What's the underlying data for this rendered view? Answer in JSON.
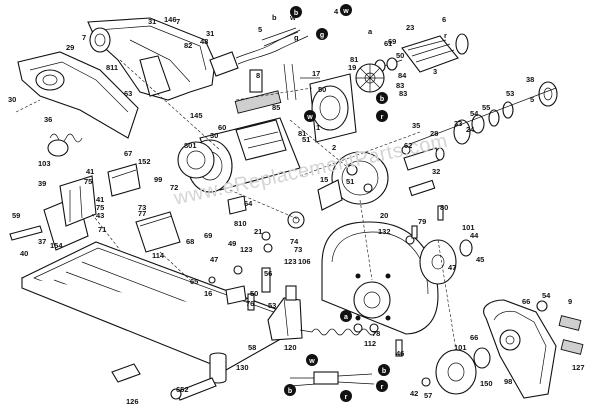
{
  "watermark": "www.eReplacementParts.com",
  "wire_tags": [
    "b",
    "w",
    "g",
    "b",
    "r",
    "w",
    "b",
    "r",
    "a",
    "w",
    "b",
    "r"
  ],
  "labels": [
    "31",
    "146",
    "7",
    "29",
    "82",
    "48",
    "31",
    "5",
    "b",
    "w",
    "g",
    "23",
    "61",
    "69",
    "50",
    "3",
    "811",
    "63",
    "30",
    "8",
    "17",
    "19",
    "84",
    "83",
    "83",
    "85",
    "1",
    "38",
    "53",
    "5",
    "55",
    "54",
    "145",
    "30",
    "801",
    "60",
    "2",
    "81",
    "51",
    "28",
    "62",
    "35",
    "33",
    "24",
    "36",
    "103",
    "67",
    "152",
    "41",
    "75",
    "72",
    "99",
    "64",
    "32",
    "15",
    "51",
    "20",
    "39",
    "41",
    "75",
    "43",
    "73",
    "77",
    "71",
    "59",
    "37",
    "40",
    "154",
    "114",
    "68",
    "69",
    "810",
    "21",
    "74",
    "73",
    "49",
    "123",
    "47",
    "123",
    "106",
    "132",
    "79",
    "80",
    "101",
    "44",
    "45",
    "47",
    "65",
    "16",
    "56",
    "53",
    "76",
    "50",
    "120",
    "58",
    "112",
    "78",
    "66",
    "54",
    "9",
    "46",
    "101",
    "66",
    "150",
    "98",
    "127",
    "42",
    "57",
    "130",
    "652",
    "126",
    "7",
    "81",
    "6",
    "50",
    "4",
    "a",
    "r"
  ]
}
